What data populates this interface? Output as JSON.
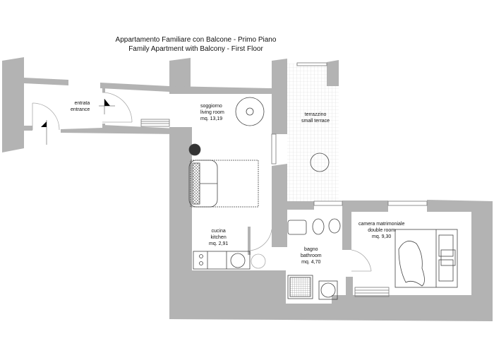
{
  "header": {
    "title_it": "Appartamento Familiare con Balcone - Primo Piano",
    "title_en": "Family Apartment with Balcony - First Floor"
  },
  "colors": {
    "wall": "#b3b3b3",
    "line": "#555555",
    "background": "#ffffff",
    "terrace_grid": "#d9d9d9"
  },
  "rooms": {
    "entrance": {
      "name_it": "entrata",
      "name_en": "entrance"
    },
    "living": {
      "name_it": "soggiorno",
      "name_en": "living room",
      "area": "mq. 13,19"
    },
    "terrace": {
      "name_it": "terrazzino",
      "name_en": "small terrace"
    },
    "kitchen": {
      "name_it": "cucina",
      "name_en": "kitchen",
      "area": "mq. 2,91"
    },
    "bathroom": {
      "name_it": "bagno",
      "name_en": "bathroom",
      "area": "mq. 4,70"
    },
    "bedroom": {
      "name_it": "camera matrimoniale",
      "name_en": "double room",
      "area": "mq. 9,30"
    }
  }
}
